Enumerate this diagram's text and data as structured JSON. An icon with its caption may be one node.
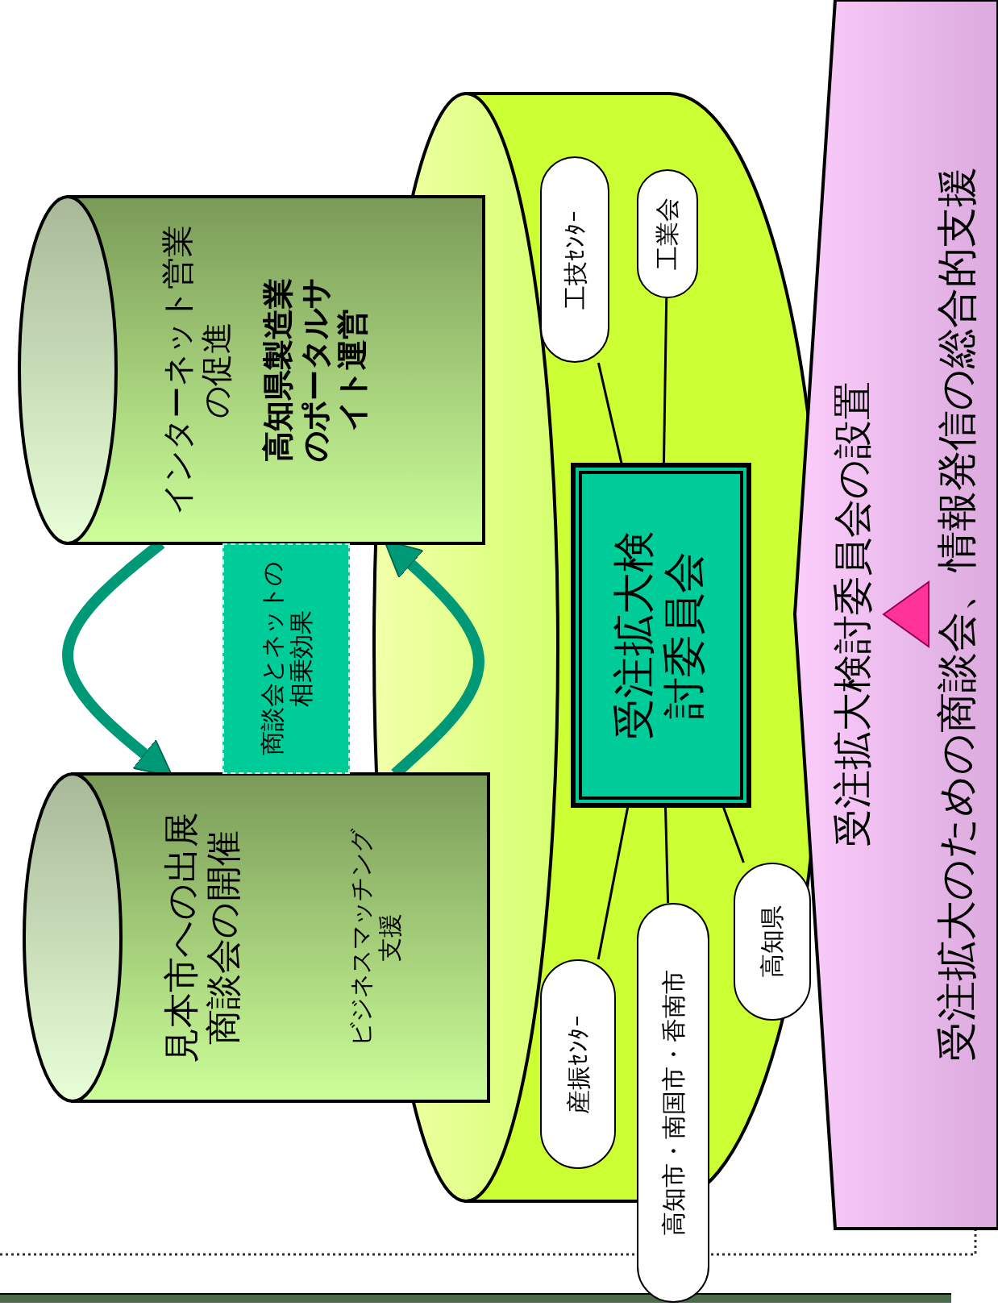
{
  "diagram": {
    "nodes": [
      {
        "text": [
          "見本市への出展商談会の開催",
          "ビジネスマッチング支援"
        ]
      },
      {
        "text": [
          "商談会とネットの相乗効果"
        ]
      },
      {
        "text": [
          "インターネット営業の促進",
          "高知県製造業のポータルサイト運営"
        ]
      },
      {
        "text": [],
        "shape": "cylinder"
      },
      {
        "text": [
          "受注拡大検討委員会"
        ],
        "in": 3
      },
      {
        "text": [
          "工技ｾﾝﾀｰ"
        ],
        "in": 3
      },
      {
        "text": [
          "工業会"
        ],
        "in": 3
      },
      {
        "text": [
          "産振ｾﾝﾀｰ"
        ],
        "in": 3
      },
      {
        "text": [
          "高知市・南国市・香南市"
        ]
      },
      {
        "text": [
          "高知県"
        ],
        "in": 3
      },
      {
        "text": [
          "受注拡大検討委員会の設置",
          "受注拡大のための商談会、情報発信の総合的支援"
        ]
      }
    ],
    "edges": [
      {
        "from": 2,
        "to": 0,
        "arrow": "to",
        "style": "thick",
        "color": "#009977"
      },
      {
        "from": 0,
        "to": 2,
        "arrow": "to",
        "style": "thick",
        "color": "#009977"
      },
      {
        "from": 5,
        "to": 4,
        "arrow": "none"
      },
      {
        "from": 6,
        "to": 4,
        "arrow": "none"
      },
      {
        "from": 7,
        "to": 4,
        "arrow": "none"
      },
      {
        "from": 8,
        "to": 4,
        "arrow": "none"
      },
      {
        "from": 9,
        "to": 4,
        "arrow": "none"
      }
    ]
  }
}
